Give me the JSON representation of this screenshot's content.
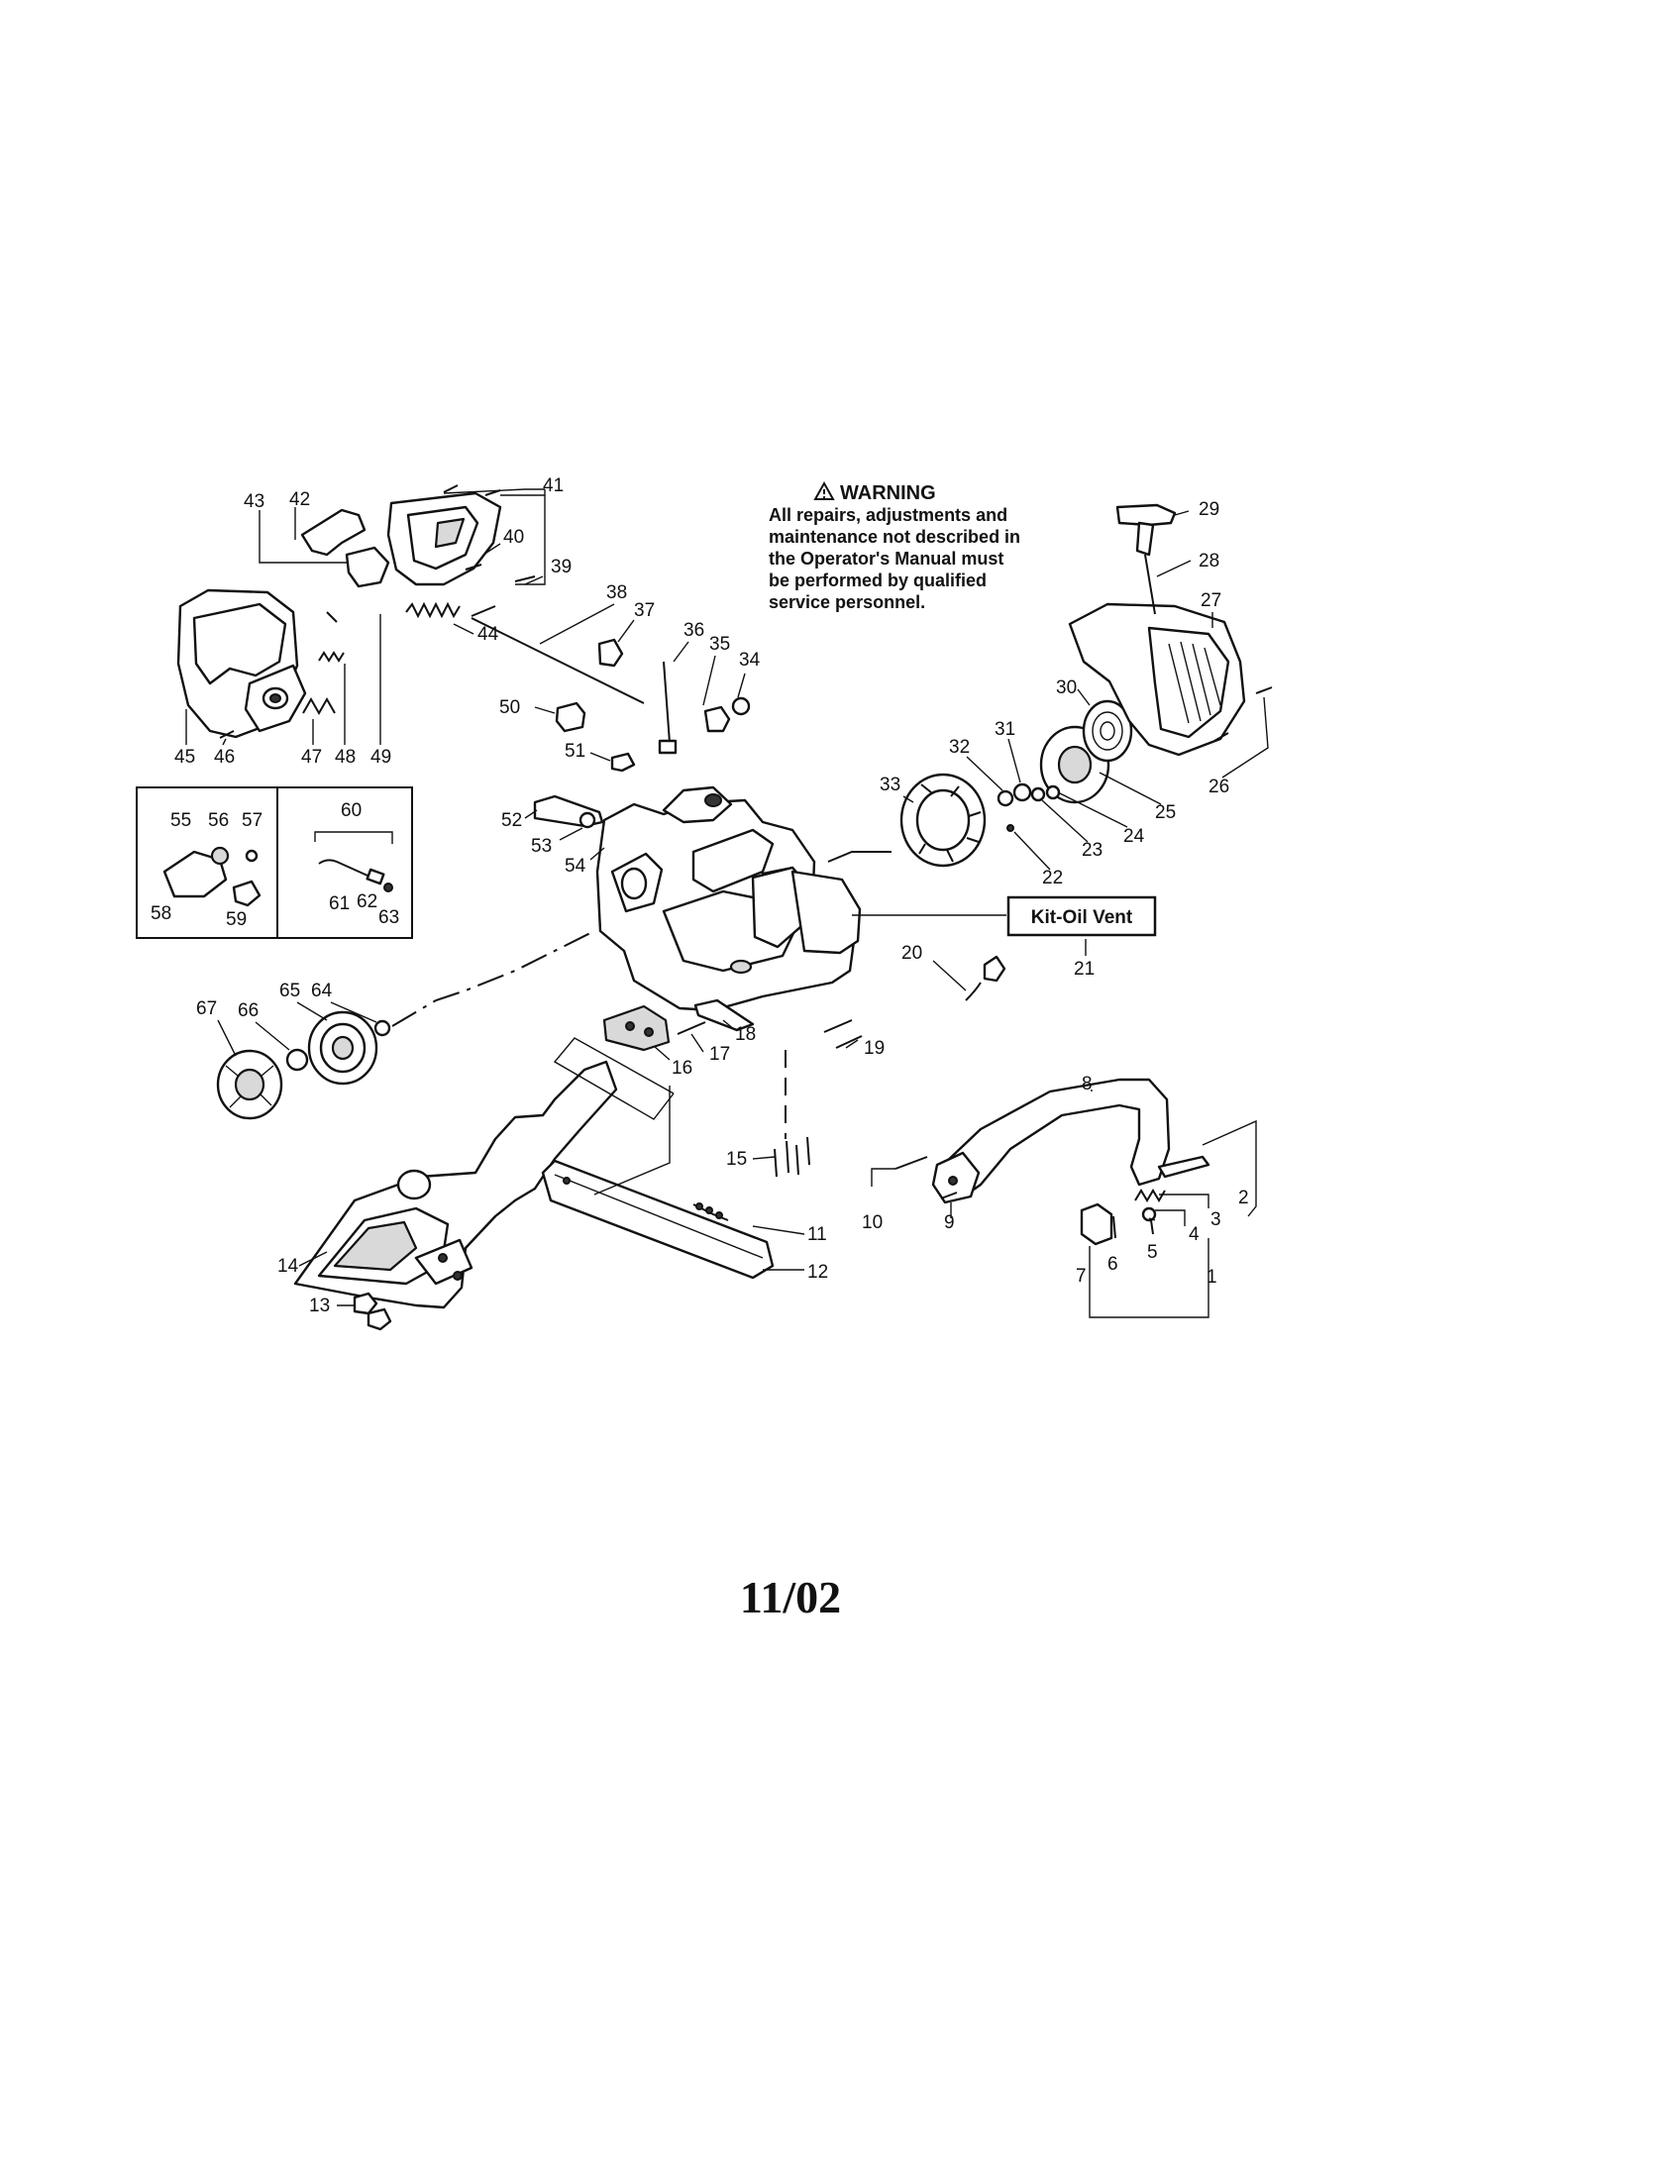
{
  "warning": {
    "title": "WARNING",
    "lines": [
      "All repairs, adjustments and",
      "maintenance not described in",
      "the Operator's Manual must",
      "be performed by qualified",
      "service personnel."
    ]
  },
  "kit_label": "Kit-Oil Vent",
  "date": "11/02",
  "callouts": {
    "c1": "1",
    "c2": "2",
    "c3": "3",
    "c4": "4",
    "c5": "5",
    "c6": "6",
    "c7": "7",
    "c8": "8",
    "c9": "9",
    "c10": "10",
    "c11": "11",
    "c12": "12",
    "c13": "13",
    "c14": "14",
    "c15": "15",
    "c16": "16",
    "c17": "17",
    "c18": "18",
    "c19": "19",
    "c20": "20",
    "c21": "21",
    "c22": "22",
    "c23": "23",
    "c24": "24",
    "c25": "25",
    "c26": "26",
    "c27": "27",
    "c28": "28",
    "c29": "29",
    "c30": "30",
    "c31": "31",
    "c32": "32",
    "c33": "33",
    "c34": "34",
    "c35": "35",
    "c36": "36",
    "c37": "37",
    "c38": "38",
    "c39": "39",
    "c40": "40",
    "c41": "41",
    "c42": "42",
    "c43": "43",
    "c44": "44",
    "c45": "45",
    "c46": "46",
    "c47": "47",
    "c48": "48",
    "c49": "49",
    "c50": "50",
    "c51": "51",
    "c52": "52",
    "c53": "53",
    "c54": "54",
    "c55": "55",
    "c56": "56",
    "c57": "57",
    "c58": "58",
    "c59": "59",
    "c60": "60",
    "c61": "61",
    "c62": "62",
    "c63": "63",
    "c64": "64",
    "c65": "65",
    "c66": "66",
    "c67": "67"
  }
}
